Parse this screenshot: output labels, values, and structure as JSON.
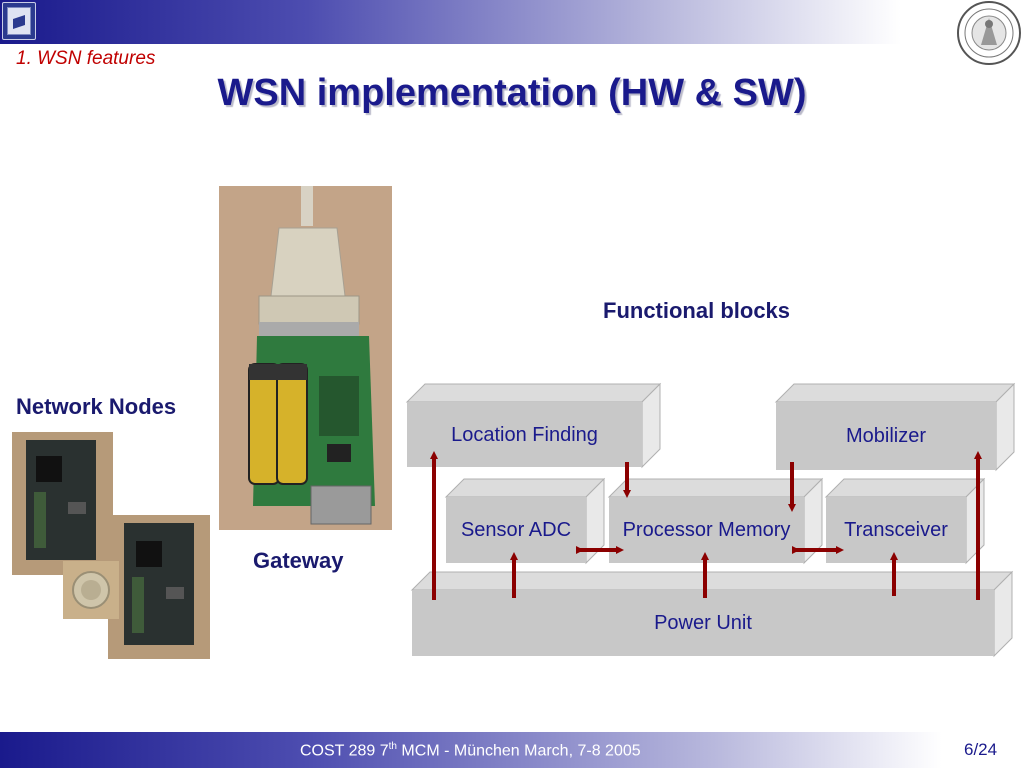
{
  "header": {
    "section": "1.  WSN features",
    "title": "WSN implementation (HW & SW)"
  },
  "labels": {
    "functional_blocks": "Functional blocks",
    "network_nodes": "Network Nodes",
    "gateway": "Gateway"
  },
  "blocks": {
    "location_finding": "Location Finding",
    "mobilizer": "Mobilizer",
    "sensor_adc": "Sensor ADC",
    "processor_memory": "Processor Memory",
    "transceiver": "Transceiver",
    "power_unit": "Power Unit"
  },
  "footer": {
    "text_prefix": "COST 289 7",
    "superscript": "th",
    "text_suffix": " MCM - München March, 7-8 2005",
    "page": "6/24"
  },
  "icons": {
    "logo": "cost-logo-icon",
    "seal": "university-seal-icon"
  },
  "colors": {
    "title": "#1a1a8c",
    "section": "#c00000",
    "arrow": "#8b0000",
    "block_face": "#c8c8c8",
    "block_top": "#dcdcdc",
    "block_side": "#e9e9e9"
  }
}
